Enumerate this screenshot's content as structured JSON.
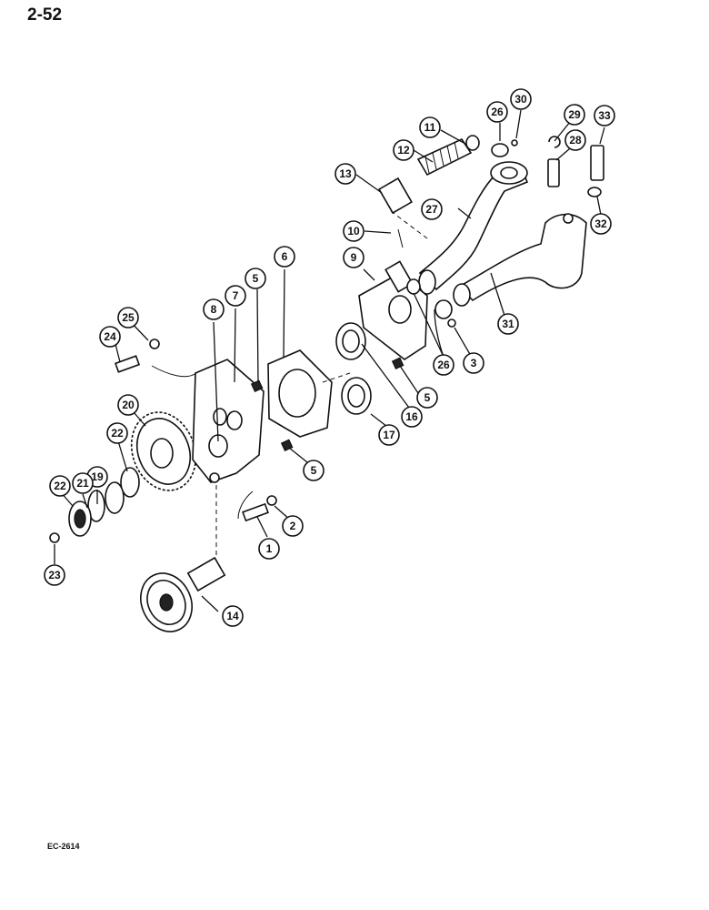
{
  "page": {
    "number": "2-52",
    "code": "EC-2614"
  },
  "callouts": [
    {
      "id": "c1",
      "label": "1"
    },
    {
      "id": "c2",
      "label": "2"
    },
    {
      "id": "c3",
      "label": "3"
    },
    {
      "id": "c5a",
      "label": "5"
    },
    {
      "id": "c5b",
      "label": "5"
    },
    {
      "id": "c5c",
      "label": "5"
    },
    {
      "id": "c6",
      "label": "6"
    },
    {
      "id": "c7",
      "label": "7"
    },
    {
      "id": "c8",
      "label": "8"
    },
    {
      "id": "c9",
      "label": "9"
    },
    {
      "id": "c10",
      "label": "10"
    },
    {
      "id": "c11",
      "label": "11"
    },
    {
      "id": "c12",
      "label": "12"
    },
    {
      "id": "c13",
      "label": "13"
    },
    {
      "id": "c14",
      "label": "14"
    },
    {
      "id": "c16",
      "label": "16"
    },
    {
      "id": "c17",
      "label": "17"
    },
    {
      "id": "c19",
      "label": "19"
    },
    {
      "id": "c20",
      "label": "20"
    },
    {
      "id": "c21",
      "label": "21"
    },
    {
      "id": "c22a",
      "label": "22"
    },
    {
      "id": "c22b",
      "label": "22"
    },
    {
      "id": "c23",
      "label": "23"
    },
    {
      "id": "c24",
      "label": "24"
    },
    {
      "id": "c25",
      "label": "25"
    },
    {
      "id": "c26a",
      "label": "26"
    },
    {
      "id": "c26b",
      "label": "26"
    },
    {
      "id": "c27",
      "label": "27"
    },
    {
      "id": "c28",
      "label": "28"
    },
    {
      "id": "c29",
      "label": "29"
    },
    {
      "id": "c30",
      "label": "30"
    },
    {
      "id": "c31",
      "label": "31"
    },
    {
      "id": "c32",
      "label": "32"
    },
    {
      "id": "c33",
      "label": "33"
    }
  ]
}
